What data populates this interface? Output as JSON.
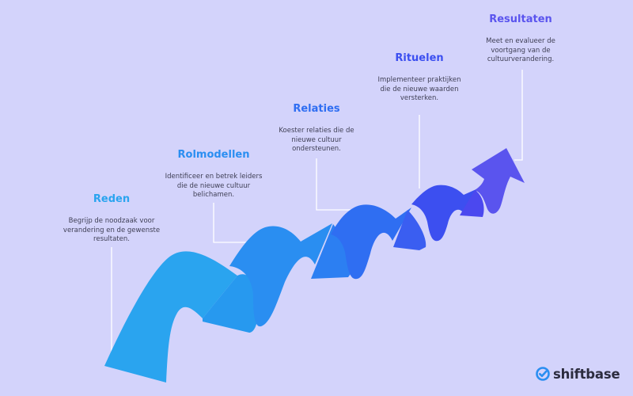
{
  "steps": [
    {
      "title": "Reden",
      "description": "Begrijp de noodzaak voor verandering en de gewenste resultaten.",
      "color": "#2aa4ef"
    },
    {
      "title": "Rolmodellen",
      "description": "Identificeer en betrek leiders die de nieuwe cultuur belichamen.",
      "color": "#2a8ef1"
    },
    {
      "title": "Relaties",
      "description": "Koester relaties die de nieuwe cultuur ondersteunen.",
      "color": "#2f6ef2"
    },
    {
      "title": "Rituelen",
      "description": "Implementeer praktijken die de nieuwe waarden versterken.",
      "color": "#3c4ff0"
    },
    {
      "title": "Resultaten",
      "description": "Meet en evalueer de voortgang van de cultuurverandering.",
      "color": "#5a54ee"
    }
  ],
  "brand": {
    "name": "shiftbase",
    "icon": "check-circle-icon",
    "color": "#2a8ef1"
  },
  "colors": {
    "background": "#d3d3fb",
    "connector": "#ffffff"
  }
}
